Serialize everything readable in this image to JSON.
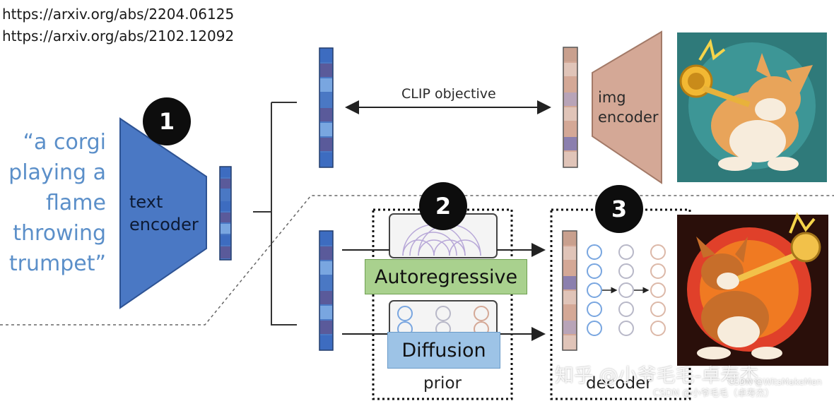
{
  "links": [
    "https://arxiv.org/abs/2204.06125",
    "https://arxiv.org/abs/2102.12092"
  ],
  "prompt_lines": [
    "“a corgi",
    "playing a",
    "flame",
    "throwing",
    "trumpet”"
  ],
  "text_encoder_lines": [
    "text",
    "encoder"
  ],
  "img_encoder_lines": [
    "img",
    "encoder"
  ],
  "clip_objective": "CLIP objective",
  "badges": [
    "1",
    "2",
    "3"
  ],
  "autoregressive_label": "Autoregressive",
  "diffusion_label": "Diffusion",
  "prior_label": "prior",
  "decoder_label": "decoder",
  "watermark_zhihu": "知乎 @小爷毛毛-卓寿杰",
  "watermark_csdn": "CSDN @小爷毛毛（卓寿杰）",
  "watermark_wits": "CSDN @WitsMakeMen",
  "colors": {
    "encoder_blue": "#4a78c4",
    "img_encoder": "#d4a896",
    "autoregressive_green": "#a9d18e",
    "diffusion_blue": "#9dc3e6",
    "prompt_text": "#5b8fc9"
  }
}
